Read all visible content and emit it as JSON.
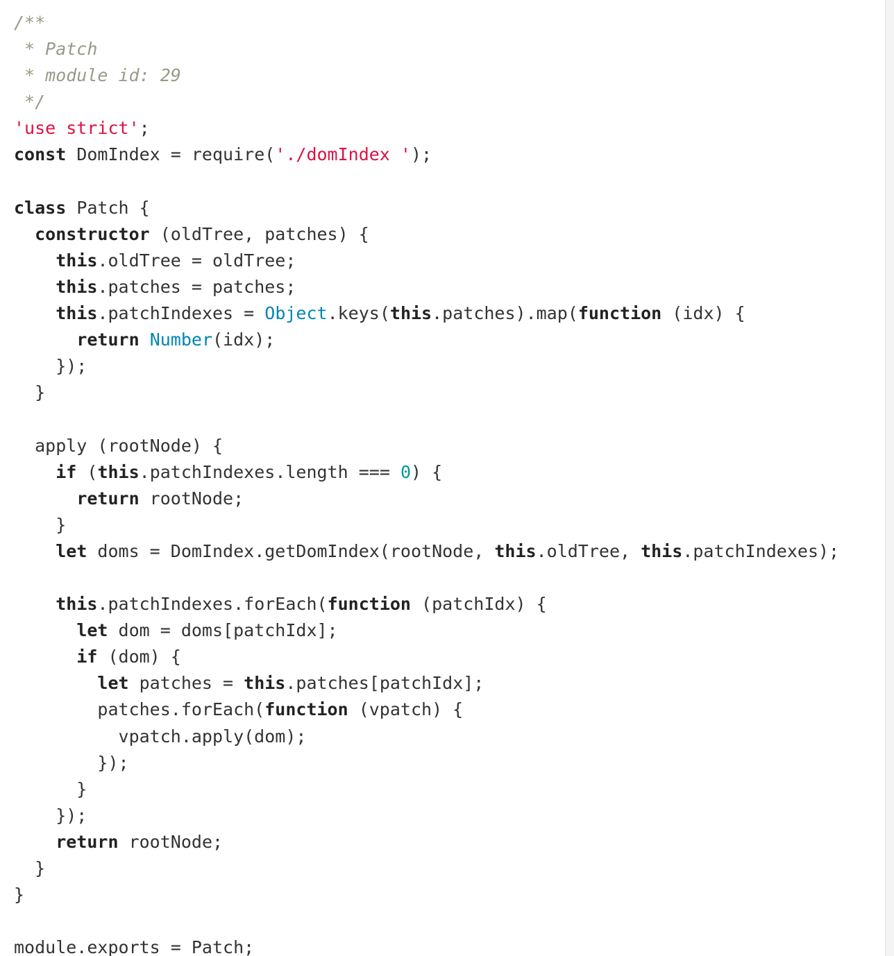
{
  "editor": {
    "colors": {
      "background": "#ffffff",
      "text": "#333333",
      "comment": "#999988",
      "string": "#dd1144",
      "keyword": "#222222",
      "builtin": "#0086b3",
      "number": "#009999"
    },
    "lines": [
      [
        {
          "t": "/**",
          "c": "cmt"
        }
      ],
      [
        {
          "t": " * Patch",
          "c": "cmt"
        }
      ],
      [
        {
          "t": " * module id: 29",
          "c": "cmt"
        }
      ],
      [
        {
          "t": " */",
          "c": "cmt"
        }
      ],
      [
        {
          "t": "'use strict'",
          "c": "str"
        },
        {
          "t": ";",
          "c": "pun"
        }
      ],
      [
        {
          "t": "const",
          "c": "kw"
        },
        {
          "t": " DomIndex = require(",
          "c": "pun"
        },
        {
          "t": "'./domIndex '",
          "c": "str"
        },
        {
          "t": ");",
          "c": "pun"
        }
      ],
      [],
      [
        {
          "t": "class",
          "c": "kw"
        },
        {
          "t": " Patch {",
          "c": "pun"
        }
      ],
      [
        {
          "t": "  ",
          "c": "pun"
        },
        {
          "t": "constructor",
          "c": "kw"
        },
        {
          "t": " (oldTree, patches) {",
          "c": "pun"
        }
      ],
      [
        {
          "t": "    ",
          "c": "pun"
        },
        {
          "t": "this",
          "c": "kw"
        },
        {
          "t": ".oldTree = oldTree;",
          "c": "pun"
        }
      ],
      [
        {
          "t": "    ",
          "c": "pun"
        },
        {
          "t": "this",
          "c": "kw"
        },
        {
          "t": ".patches = patches;",
          "c": "pun"
        }
      ],
      [
        {
          "t": "    ",
          "c": "pun"
        },
        {
          "t": "this",
          "c": "kw"
        },
        {
          "t": ".patchIndexes = ",
          "c": "pun"
        },
        {
          "t": "Object",
          "c": "bi"
        },
        {
          "t": ".keys(",
          "c": "pun"
        },
        {
          "t": "this",
          "c": "kw"
        },
        {
          "t": ".patches).map(",
          "c": "pun"
        },
        {
          "t": "function",
          "c": "kw"
        },
        {
          "t": " (idx) {",
          "c": "pun"
        }
      ],
      [
        {
          "t": "      ",
          "c": "pun"
        },
        {
          "t": "return",
          "c": "kw"
        },
        {
          "t": " ",
          "c": "pun"
        },
        {
          "t": "Number",
          "c": "bi"
        },
        {
          "t": "(idx);",
          "c": "pun"
        }
      ],
      [
        {
          "t": "    });",
          "c": "pun"
        }
      ],
      [
        {
          "t": "  }",
          "c": "pun"
        }
      ],
      [],
      [
        {
          "t": "  apply (rootNode) {",
          "c": "pun"
        }
      ],
      [
        {
          "t": "    ",
          "c": "pun"
        },
        {
          "t": "if",
          "c": "kw"
        },
        {
          "t": " (",
          "c": "pun"
        },
        {
          "t": "this",
          "c": "kw"
        },
        {
          "t": ".patchIndexes.length === ",
          "c": "pun"
        },
        {
          "t": "0",
          "c": "num"
        },
        {
          "t": ") {",
          "c": "pun"
        }
      ],
      [
        {
          "t": "      ",
          "c": "pun"
        },
        {
          "t": "return",
          "c": "kw"
        },
        {
          "t": " rootNode;",
          "c": "pun"
        }
      ],
      [
        {
          "t": "    }",
          "c": "pun"
        }
      ],
      [
        {
          "t": "    ",
          "c": "pun"
        },
        {
          "t": "let",
          "c": "kw"
        },
        {
          "t": " doms = DomIndex.getDomIndex(rootNode, ",
          "c": "pun"
        },
        {
          "t": "this",
          "c": "kw"
        },
        {
          "t": ".oldTree, ",
          "c": "pun"
        },
        {
          "t": "this",
          "c": "kw"
        },
        {
          "t": ".patchIndexes);",
          "c": "pun"
        }
      ],
      [],
      [
        {
          "t": "    ",
          "c": "pun"
        },
        {
          "t": "this",
          "c": "kw"
        },
        {
          "t": ".patchIndexes.forEach(",
          "c": "pun"
        },
        {
          "t": "function",
          "c": "kw"
        },
        {
          "t": " (patchIdx) {",
          "c": "pun"
        }
      ],
      [
        {
          "t": "      ",
          "c": "pun"
        },
        {
          "t": "let",
          "c": "kw"
        },
        {
          "t": " dom = doms[patchIdx];",
          "c": "pun"
        }
      ],
      [
        {
          "t": "      ",
          "c": "pun"
        },
        {
          "t": "if",
          "c": "kw"
        },
        {
          "t": " (dom) {",
          "c": "pun"
        }
      ],
      [
        {
          "t": "        ",
          "c": "pun"
        },
        {
          "t": "let",
          "c": "kw"
        },
        {
          "t": " patches = ",
          "c": "pun"
        },
        {
          "t": "this",
          "c": "kw"
        },
        {
          "t": ".patches[patchIdx];",
          "c": "pun"
        }
      ],
      [
        {
          "t": "        patches.forEach(",
          "c": "pun"
        },
        {
          "t": "function",
          "c": "kw"
        },
        {
          "t": " (vpatch) {",
          "c": "pun"
        }
      ],
      [
        {
          "t": "          vpatch.apply(dom);",
          "c": "pun"
        }
      ],
      [
        {
          "t": "        });",
          "c": "pun"
        }
      ],
      [
        {
          "t": "      }",
          "c": "pun"
        }
      ],
      [
        {
          "t": "    });",
          "c": "pun"
        }
      ],
      [
        {
          "t": "    ",
          "c": "pun"
        },
        {
          "t": "return",
          "c": "kw"
        },
        {
          "t": " rootNode;",
          "c": "pun"
        }
      ],
      [
        {
          "t": "  }",
          "c": "pun"
        }
      ],
      [
        {
          "t": "}",
          "c": "pun"
        }
      ],
      [],
      [
        {
          "t": "module.exports = Patch;",
          "c": "pun"
        }
      ]
    ]
  }
}
